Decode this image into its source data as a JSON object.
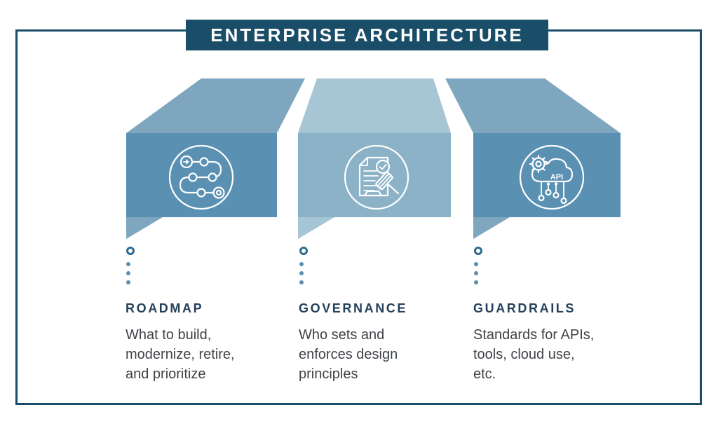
{
  "banner": {
    "title": "ENTERPRISE ARCHITECTURE"
  },
  "palette": {
    "frame": "#1a4e68",
    "banner-bg": "#1a4e68",
    "banner-text": "#ffffff",
    "panel-front": "#5a91b3",
    "panel-roof": "#7ea7bf",
    "panel-front-light": "#8bb2c7",
    "panel-roof-light": "#a6c5d5",
    "heading-text": "#24405a",
    "body-text": "#3f4347",
    "ring": "#2e6b8f",
    "dot": "#5d90b0",
    "icon-stroke": "#ffffff"
  },
  "columns": [
    {
      "heading": "ROADMAP",
      "lines": [
        "What to build,",
        "modernize, retire,",
        "and prioritize"
      ],
      "icon": "roadmap-path-icon"
    },
    {
      "heading": "GOVERNANCE",
      "lines": [
        "Who sets and",
        "enforces design",
        "principles"
      ],
      "icon": "document-gavel-icon"
    },
    {
      "heading": "GUARDRAILS",
      "lines": [
        "Standards for APIs,",
        "tools, cloud use,",
        "etc."
      ],
      "icon": "api-cloud-icon"
    }
  ],
  "icons": {
    "api_label": "API"
  }
}
